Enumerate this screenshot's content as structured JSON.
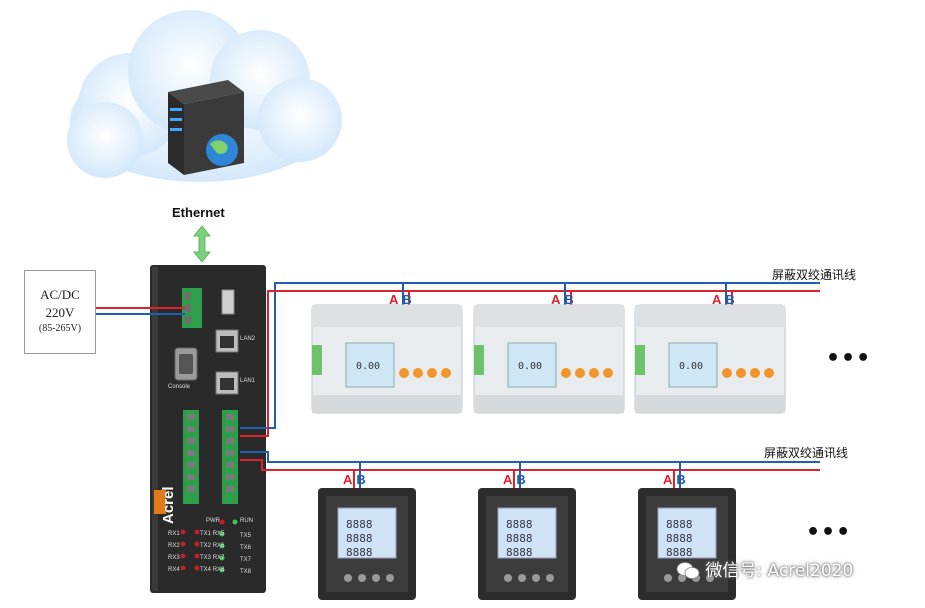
{
  "diagram": {
    "network_label": "Ethernet",
    "power_supply": {
      "line1": "AC/DC",
      "line2": "220V",
      "line3": "(85-265V)"
    },
    "bus_labels": [
      "屏蔽双绞通讯线",
      "屏蔽双绞通讯线"
    ],
    "terminal_a": "A",
    "terminal_b": "B",
    "continuation": "•••",
    "gateway": {
      "brand": "Acrel",
      "ports": [
        "LAN2",
        "LAN1",
        "Console"
      ],
      "led_labels": [
        "RX1",
        "RX2",
        "RX3",
        "RX4",
        "TX1",
        "TX2",
        "TX3",
        "TX4",
        "RX5",
        "RX6",
        "RX7",
        "RX8",
        "PWR",
        "RUN",
        "TX5",
        "TX6",
        "TX7",
        "TX8"
      ]
    },
    "watermark": "微信号: Acrel2020"
  },
  "colors": {
    "bus_red": "#e0202a",
    "bus_blue": "#1f5fae",
    "arrow_green": "#7ccf7c",
    "gateway_body": "#2a2a2a",
    "terminal_green": "#2f9e4a"
  }
}
